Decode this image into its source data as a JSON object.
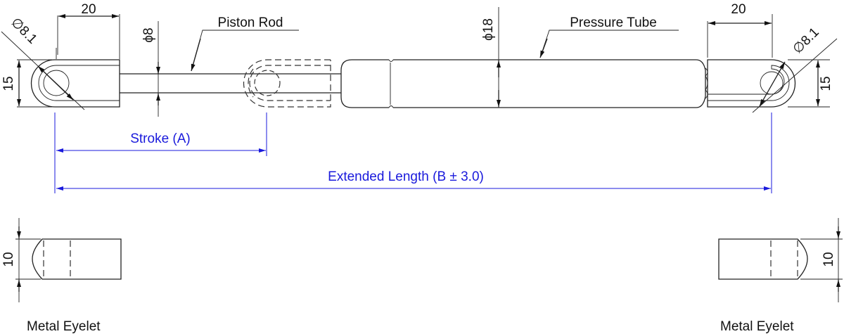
{
  "labels": {
    "piston_rod": "Piston Rod",
    "pressure_tube": "Pressure Tube",
    "stroke": "Stroke (A)",
    "extended_length": "Extended Length (B ± 3.0)",
    "metal_eyelet_left": "Metal Eyelet",
    "metal_eyelet_right": "Metal Eyelet"
  },
  "dimensions": {
    "left_eyelet_width": "20",
    "right_eyelet_width": "20",
    "left_hole_dia": "∅8.1",
    "right_hole_dia": "∅8.1",
    "rod_dia": "ϕ8",
    "tube_dia": "ϕ18",
    "left_eyelet_height": "15",
    "right_eyelet_height": "15",
    "left_eyelet_thickness": "10",
    "right_eyelet_thickness": "10"
  },
  "colors": {
    "line": "#222222",
    "dimension_blue": "#1a1adc"
  }
}
